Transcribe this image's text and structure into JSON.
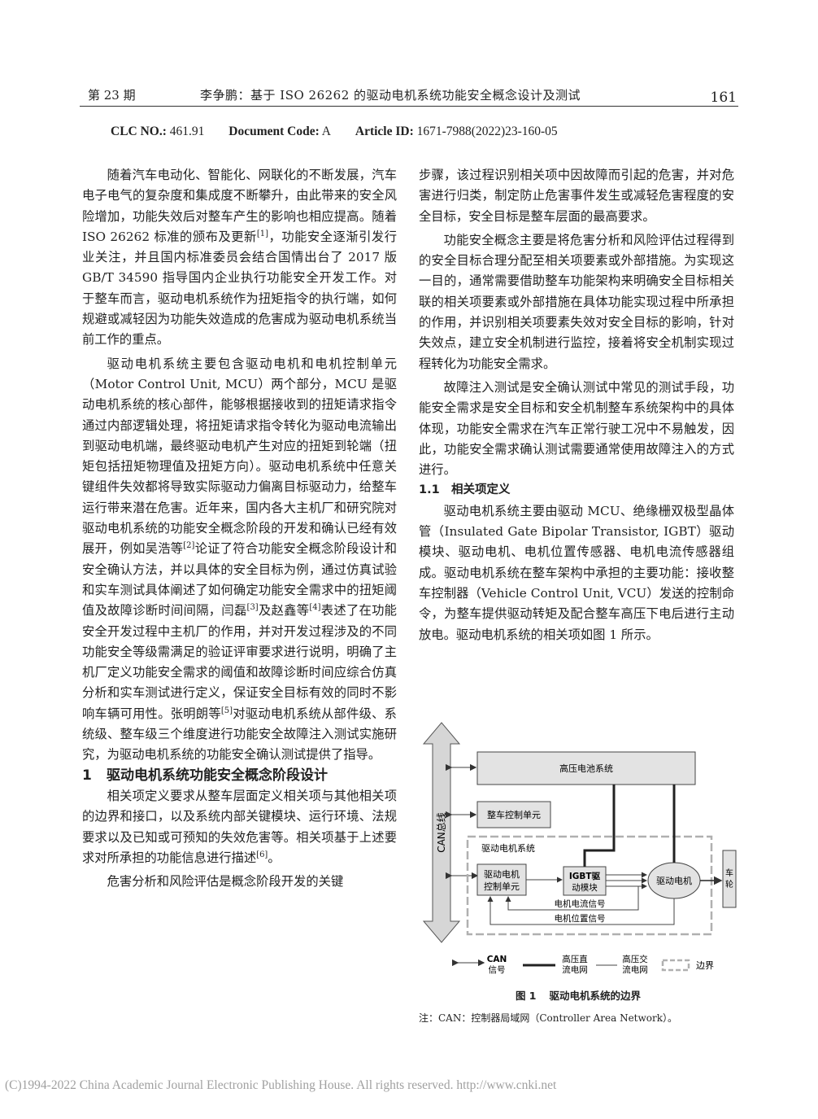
{
  "header": {
    "issue": "第 23 期",
    "title": "李争鹏：基于 ISO 26262 的驱动电机系统功能安全概念设计及测试",
    "page_number": "161"
  },
  "classification": {
    "clc_label": "CLC NO.:",
    "clc_value": "461.91",
    "doc_code_label": "Document Code:",
    "doc_code_value": "A",
    "article_id_label": "Article ID:",
    "article_id_value": "1671-7988(2022)23-160-05"
  },
  "left_column": {
    "p1": {
      "before_ref1": "随着汽车电动化、智能化、网联化的不断发展，汽车电子电气的复杂度和集成度不断攀升，由此带来的安全风险增加，功能失效后对整车产生的影响也相应提高。随着 ISO 26262 标准的颁布及更新",
      "ref1": "[1]",
      "after_ref1": "，功能安全逐渐引发行业关注，并且国内标准委员会结合国情出台了 2017 版 GB/T 34590 指导国内企业执行功能安全开发工作。对于整车而言，驱动电机系统作为扭矩指令的执行端，如何规避或减轻因为功能失效造成的危害成为驱动电机系统当前工作的重点。"
    },
    "p2": {
      "seg1": "驱动电机系统主要包含驱动电机和电机控制单元（Motor Control Unit, MCU）两个部分，MCU 是驱动电机系统的核心部件，能够根据接收到的扭矩请求指令通过内部逻辑处理，将扭矩请求指令转化为驱动电流输出到驱动电机端，最终驱动电机产生对应的扭矩到轮端（扭矩包括扭矩物理值及扭矩方向）。驱动电机系统中任意关键组件失效都将导致实际驱动力偏离目标驱动力，给整车运行带来潜在危害。近年来，国内各大主机厂和研究院对驱动电机系统的功能安全概念阶段的开发和确认已经有效展开，例如吴浩等",
      "ref2": "[2]",
      "seg2": "论证了符合功能安全概念阶段设计和安全确认方法，并以具体的安全目标为例，通过仿真试验和实车测试具体阐述了如何确定功能安全需求中的扭矩阈值及故障诊断时间间隔，闫磊",
      "ref3": "[3]",
      "seg3": "及赵鑫等",
      "ref4": "[4]",
      "seg4": "表述了在功能安全开发过程中主机厂的作用，并对开发过程涉及的不同功能安全等级需满足的验证评审要求进行说明，明确了主机厂定义功能安全需求的阈值和故障诊断时间应综合仿真分析和实车测试进行定义，保证安全目标有效的同时不影响车辆可用性。张明朗等",
      "ref5": "[5]",
      "seg5": "对驱动电机系统从部件级、系统级、整车级三个维度进行功能安全故障注入测试实施研究，为驱动电机系统的功能安全确认测试提供了指导。"
    },
    "section1": {
      "number": "1",
      "title": "驱动电机系统功能安全概念阶段设计"
    },
    "p3": {
      "before_ref6": "相关项定义要求从整车层面定义相关项与其他相关项的边界和接口，以及系统内部关键模块、运行环境、法规要求以及已知或可预知的失效危害等。相关项基于上述要求对所承担的功能信息进行描述",
      "ref6": "[6]",
      "after_ref6": "。"
    },
    "p4": "危害分析和风险评估是概念阶段开发的关键"
  },
  "right_column": {
    "p1_cont": "步骤，该过程识别相关项中因故障而引起的危害，并对危害进行归类，制定防止危害事件发生或减轻危害程度的安全目标，安全目标是整车层面的最高要求。",
    "p2": "功能安全概念主要是将危害分析和风险评估过程得到的安全目标合理分配至相关项要素或外部措施。为实现这一目的，通常需要借助整车功能架构来明确安全目标相关联的相关项要素或外部措施在具体功能实现过程中所承担的作用，并识别相关项要素失效对安全目标的影响，针对失效点，建立安全机制进行监控，接着将安全机制实现过程转化为功能安全需求。",
    "p3": "故障注入测试是安全确认测试中常见的测试手段，功能安全需求是安全目标和安全机制整车系统架构中的具体体现，功能安全需求在汽车正常行驶工况中不易触发，因此，功能安全需求确认测试需要通常使用故障注入的方式进行。",
    "section11": {
      "number": "1.1",
      "title": "相关项定义"
    },
    "p4": "驱动电机系统主要由驱动 MCU、绝缘栅双极型晶体管（Insulated Gate Bipolar Transistor, IGBT）驱动模块、驱动电机、电机位置传感器、电机电流传感器组成。驱动电机系统在整车架构中承担的主要功能：接收整车控制器（Vehicle Control Unit, VCU）发送的控制命令，为整车提供驱动转矩及配合整车高压下电后进行主动放电。驱动电机系统的相关项如图 1 所示。"
  },
  "figure": {
    "can_bus": "CAN总线",
    "hv_battery": "高压电池系统",
    "vcu": "整车控制单元",
    "system_boundary": "驱动电机系统",
    "mcu_line1": "驱动电机",
    "mcu_line2": "控制单元",
    "igbt_line1": "IGBT驱",
    "igbt_line2": "动模块",
    "motor": "驱动电机",
    "wheel_line1": "车",
    "wheel_line2": "轮",
    "current_signal": "电机电流信号",
    "position_signal": "电机位置信号",
    "legend": {
      "can_line1": "CAN",
      "can_line2": "信号",
      "hvdc_line1": "高压直",
      "hvdc_line2": "流电网",
      "hvac_line1": "高压交",
      "hvac_line2": "流电网",
      "boundary": "边界"
    },
    "colors": {
      "arrow_fill": "#d6d6d6",
      "box_fill": "#e3e3e3",
      "boundary": "#b0b0b0",
      "line": "#333333"
    }
  },
  "caption": {
    "number": "图 1",
    "text": "驱动电机系统的边界"
  },
  "note": "注：CAN：控制器局域网（Controller Area Network）。",
  "footer": "(C)1994-2022 China Academic Journal Electronic Publishing House. All rights reserved.    http://www.cnki.net"
}
